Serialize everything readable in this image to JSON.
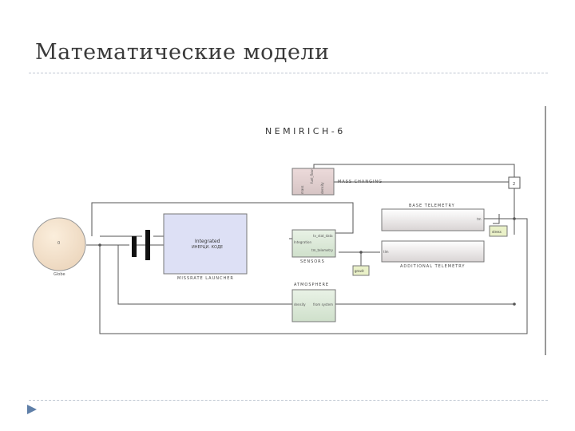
{
  "slide": {
    "title": "Математические модели"
  },
  "diagram": {
    "title": "NEMIRICH-6",
    "blocks": {
      "mass_changing": {
        "label": "MASS CHANGING",
        "port1": "mass",
        "port2": "fuel_flow",
        "port3": "density"
      },
      "rocket": {
        "line1": "Integrated",
        "line2": "ИНЕРЦИ. КОДЕ",
        "label": "MISSRATE LAUNCHER"
      },
      "sensors": {
        "label": "SENSORS",
        "port_in": "Integration",
        "port_out1": "tv_stat_data",
        "port_out2": "tm_telemetry"
      },
      "base_telemetry": {
        "label": "BASE TELEMETRY",
        "port": "tm"
      },
      "additional_telemetry": {
        "label": "ADDITIONAL TELEMETRY",
        "port": "tlm"
      },
      "atmosphere": {
        "label": "ATMOSPHERE",
        "port_in": "density",
        "port_out": "from system"
      },
      "globe": {
        "inner": "0",
        "label": "Globe"
      },
      "small_block": {
        "label": "2"
      },
      "scope1": {
        "label": "stress"
      },
      "scope2": {
        "label": "gravit"
      }
    }
  }
}
